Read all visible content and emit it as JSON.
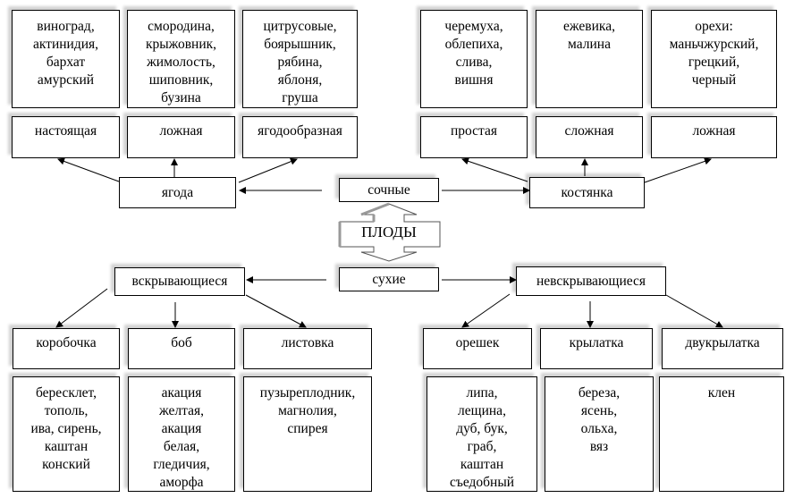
{
  "center": {
    "root": "ПЛОДЫ",
    "juicy": "сочные",
    "dry": "сухие"
  },
  "juicy": {
    "berry": {
      "label": "ягода",
      "types": [
        {
          "label": "настоящая",
          "examples": "виноград,\nактинидия,\nбархат\nамурский"
        },
        {
          "label": "ложная",
          "examples": "смородина,\nкрыжовник,\nжимолость,\nшиповник,\nбузина"
        },
        {
          "label": "ягодообразная",
          "examples": "цитрусовые,\nбоярышник,\nрябина,\nяблоня,\nгруша"
        }
      ]
    },
    "drupe": {
      "label": "костянка",
      "types": [
        {
          "label": "простая",
          "examples": "черемуха,\nоблепиха,\nслива,\nвишня"
        },
        {
          "label": "сложная",
          "examples": "ежевика,\nмалина"
        },
        {
          "label": "ложная",
          "examples": "орехи:\nманьчжурский,\nгрецкий,\nчерный"
        }
      ]
    }
  },
  "dry": {
    "dehiscent": {
      "label": "вскрывающиеся",
      "types": [
        {
          "label": "коробочка",
          "examples": "бересклет,\nтополь,\nива, сирень,\nкаштан\nконский"
        },
        {
          "label": "боб",
          "examples": "акация\nжелтая,\nакация\nбелая,\nгледичия,\nаморфа"
        },
        {
          "label": "листовка",
          "examples": "пузыреплодник,\nмагнолия,\nспирея"
        }
      ]
    },
    "indehiscent": {
      "label": "невскрывающиеся",
      "types": [
        {
          "label": "орешек",
          "examples": "липа,\nлещина,\nдуб, бук,\nграб,\nкаштан\nсъедобный"
        },
        {
          "label": "крылатка",
          "examples": "береза,\nясень,\nольха,\nвяз"
        },
        {
          "label": "двукрылатка",
          "examples": "клен"
        }
      ]
    }
  }
}
